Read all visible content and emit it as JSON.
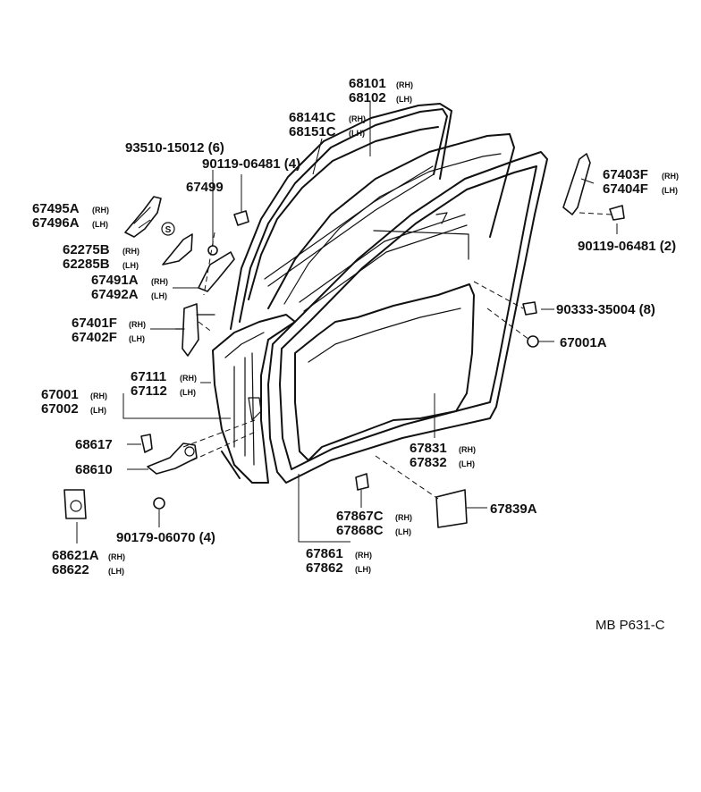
{
  "labels": {
    "l68101": {
      "num": "68101",
      "sfx": "(RH)"
    },
    "l68102": {
      "num": "68102",
      "sfx": "(LH)"
    },
    "l68141c": {
      "num": "68141C",
      "sfx": "(RH)"
    },
    "l68151c": {
      "num": "68151C",
      "sfx": "(LH)"
    },
    "l93510": {
      "num": "93510-15012 (6)"
    },
    "l90119a": {
      "num": "90119-06481 (4)"
    },
    "l67499": {
      "num": "67499"
    },
    "l67495a": {
      "num": "67495A",
      "sfx": "(RH)"
    },
    "l67496a": {
      "num": "67496A",
      "sfx": "(LH)"
    },
    "l62275b": {
      "num": "62275B",
      "sfx": "(RH)"
    },
    "l62285b": {
      "num": "62285B",
      "sfx": "(LH)"
    },
    "l67491a": {
      "num": "67491A",
      "sfx": "(RH)"
    },
    "l67492a": {
      "num": "67492A",
      "sfx": "(LH)"
    },
    "l67401f": {
      "num": "67401F",
      "sfx": "(RH)"
    },
    "l67402f": {
      "num": "67402F",
      "sfx": "(LH)"
    },
    "l67111": {
      "num": "67111",
      "sfx": "(RH)"
    },
    "l67112": {
      "num": "67112",
      "sfx": "(LH)"
    },
    "l67001": {
      "num": "67001",
      "sfx": "(RH)"
    },
    "l67002": {
      "num": "67002",
      "sfx": "(LH)"
    },
    "l68617": {
      "num": "68617"
    },
    "l68610": {
      "num": "68610"
    },
    "l90179": {
      "num": "90179-06070 (4)"
    },
    "l68621a": {
      "num": "68621A",
      "sfx": "(RH)"
    },
    "l68622": {
      "num": "68622",
      "sfx": "(LH)"
    },
    "l67403f": {
      "num": "67403F",
      "sfx": "(RH)"
    },
    "l67404f": {
      "num": "67404F",
      "sfx": "(LH)"
    },
    "l90119b": {
      "num": "90119-06481 (2)"
    },
    "l90333": {
      "num": "90333-35004 (8)"
    },
    "l67001a": {
      "num": "67001A"
    },
    "l67831": {
      "num": "67831",
      "sfx": "(RH)"
    },
    "l67832": {
      "num": "67832",
      "sfx": "(LH)"
    },
    "l67839a": {
      "num": "67839A"
    },
    "l67867c": {
      "num": "67867C",
      "sfx": "(RH)"
    },
    "l67868c": {
      "num": "67868C",
      "sfx": "(LH)"
    },
    "l67861": {
      "num": "67861",
      "sfx": "(RH)"
    },
    "l67862": {
      "num": "67862",
      "sfx": "(LH)"
    },
    "ref": {
      "num": "MB P631-C"
    },
    "screw_mark": {
      "num": "S"
    }
  }
}
